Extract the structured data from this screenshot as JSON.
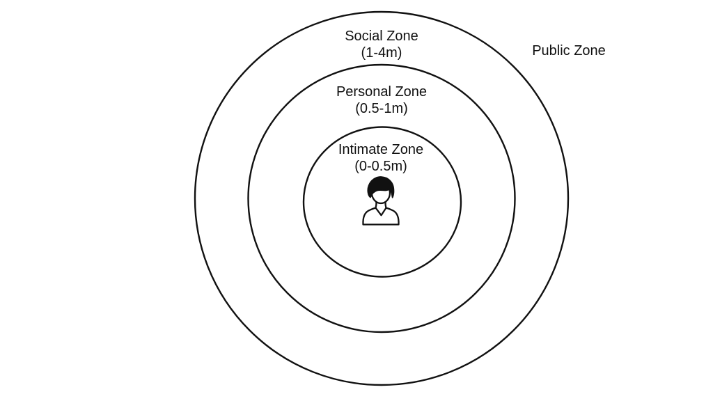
{
  "diagram": {
    "background": "#ffffff",
    "stroke_color": "#111111",
    "text_color": "#111111",
    "zones": [
      {
        "id": "social",
        "label": "Social Zone",
        "range": "(1-4m)"
      },
      {
        "id": "personal",
        "label": "Personal Zone",
        "range": "(0.5-1m)"
      },
      {
        "id": "intimate",
        "label": "Intimate Zone",
        "range": "(0-0.5m)"
      },
      {
        "id": "public",
        "label": "Public Zone",
        "range": ""
      }
    ],
    "center_icon": "person-icon"
  }
}
